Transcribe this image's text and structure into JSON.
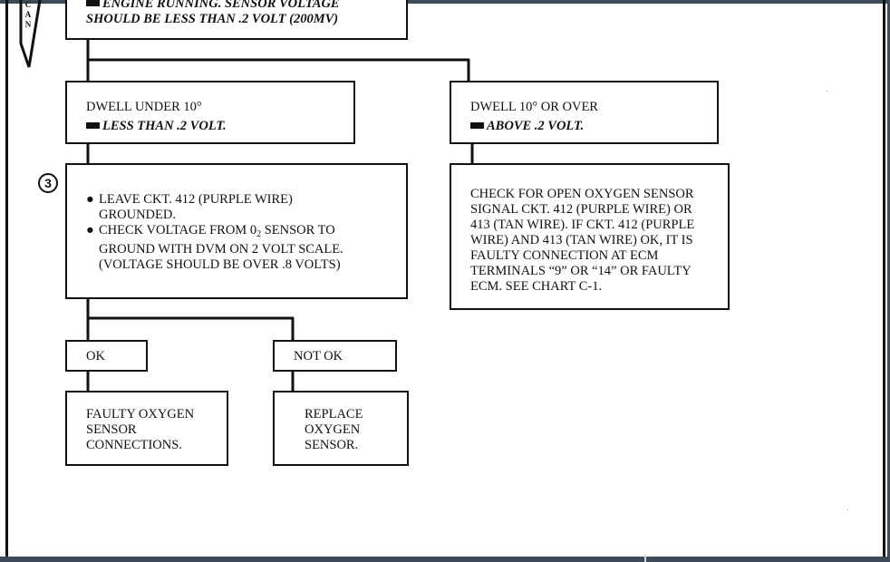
{
  "side_tab": {
    "letters": [
      "C",
      "A",
      "N"
    ]
  },
  "box_top": {
    "line1": "ENGINE RUNNING. SENSOR VOLTAGE",
    "line2": "SHOULD BE LESS THAN .2 VOLT (200MV)"
  },
  "box_dwell_under": {
    "title": "DWELL UNDER 10°",
    "result": "LESS THAN .2 VOLT."
  },
  "box_dwell_over": {
    "title": "DWELL 10° OR OVER",
    "result": "ABOVE .2 VOLT."
  },
  "step_marker": "3",
  "box_check_voltage": {
    "bullet1_line1": "LEAVE CKT. 412 (PURPLE WIRE)",
    "bullet1_line2": "GROUNDED.",
    "bullet2_line1_a": "CHECK VOLTAGE FROM 0",
    "bullet2_line1_sub": "2",
    "bullet2_line1_b": " SENSOR TO",
    "bullet2_line2": "GROUND WITH DVM ON 2 VOLT SCALE.",
    "bullet2_line3": "(VOLTAGE SHOULD BE OVER .8 VOLTS)"
  },
  "box_open_sensor": {
    "lines": [
      "CHECK FOR OPEN OXYGEN SENSOR",
      "SIGNAL CKT. 412 (PURPLE WIRE) OR",
      "413 (TAN WIRE). IF CKT. 412 (PURPLE",
      "WIRE) AND 413 (TAN WIRE) OK, IT IS",
      "FAULTY CONNECTION AT ECM",
      "TERMINALS “9” OR “14” OR FAULTY",
      "ECM. SEE CHART C-1."
    ]
  },
  "box_ok": {
    "label": "OK"
  },
  "box_not_ok": {
    "label": "NOT OK"
  },
  "box_faulty_connections": {
    "lines": [
      "FAULTY OXYGEN",
      "SENSOR",
      "CONNECTIONS."
    ]
  },
  "box_replace_sensor": {
    "lines": [
      "REPLACE",
      "OXYGEN",
      "SENSOR."
    ]
  }
}
